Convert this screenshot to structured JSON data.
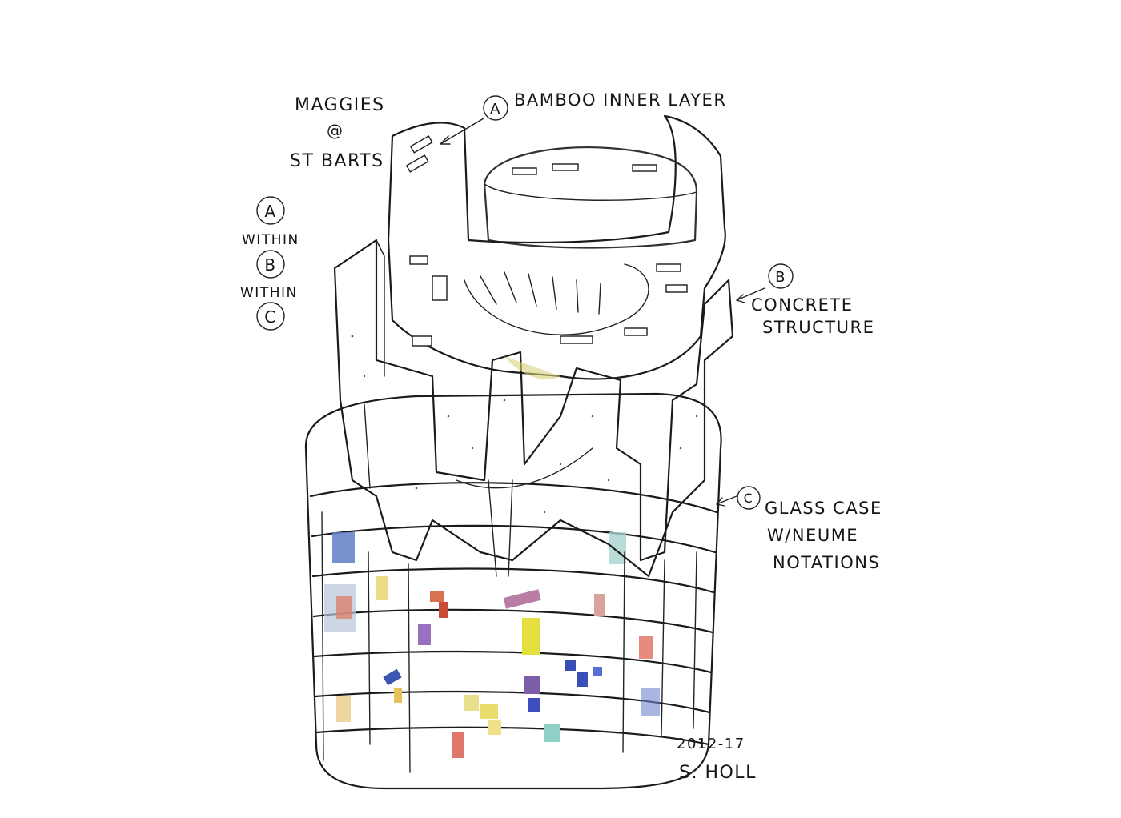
{
  "title": {
    "line1": "MAGGIES",
    "line2": "@",
    "line3": "ST BARTS"
  },
  "legend": {
    "a": "A",
    "within1": "WITHIN",
    "b": "B",
    "within2": "WITHIN",
    "c": "C"
  },
  "labels": {
    "a": {
      "marker": "A",
      "text": "BAMBOO INNER LAYER"
    },
    "b": {
      "marker": "B",
      "line1": "CONCRETE",
      "line2": "STRUCTURE"
    },
    "c": {
      "marker": "C",
      "line1": "GLASS CASE",
      "line2": "W/NEUME",
      "line3": "NOTATIONS"
    }
  },
  "signature": {
    "date": "2012-17",
    "name": "S. HOLL"
  },
  "colors": {
    "bamboo": "#d9b45a",
    "concrete": "#c9c9c9",
    "glass": "#eef0f2",
    "ink": "#1b1b1b"
  }
}
